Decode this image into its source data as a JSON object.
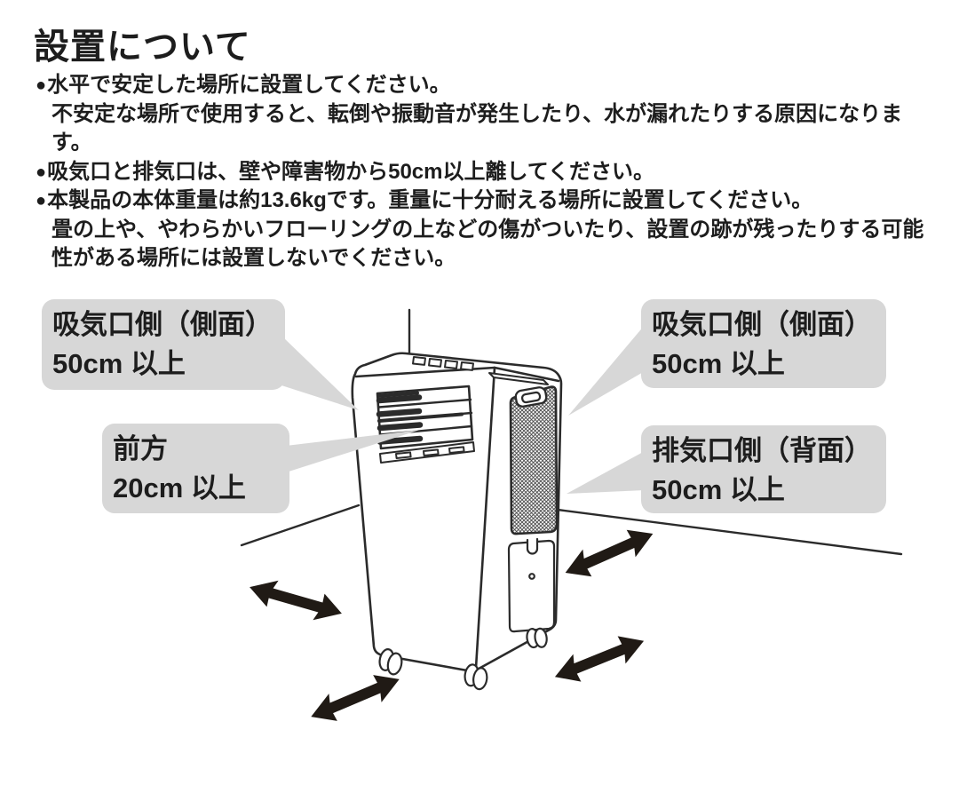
{
  "page": {
    "title": "設置について",
    "bullet_marker": "●",
    "bullets": [
      {
        "text": "水平で安定した場所に設置してください。",
        "sub": "不安定な場所で使用すると、転倒や振動音が発生したり、水が漏れたりする原因になります。"
      },
      {
        "text": "吸気口と排気口は、壁や障害物から50cm以上離してください。",
        "sub": ""
      },
      {
        "text": "本製品の本体重量は約13.6kgです。重量に十分耐える場所に設置してください。",
        "sub": "畳の上や、やわらかいフローリングの上などの傷がついたり、設置の跡が残ったりする可能性がある場所には設置しないでください。"
      }
    ]
  },
  "diagram": {
    "callouts": {
      "intake_left": {
        "line1": "吸気口側（側面）",
        "line2": "50cm 以上"
      },
      "intake_right": {
        "line1": "吸気口側（側面）",
        "line2": "50cm 以上"
      },
      "front": {
        "line1": "前方",
        "line2": "20cm 以上"
      },
      "exhaust_rear": {
        "line1": "排気口側（背面）",
        "line2": "50cm 以上"
      }
    },
    "colors": {
      "bubble_gray": "#d7d7d7",
      "text_black": "#1d1d1d",
      "line_art": "#2b2b2b",
      "arrow_black": "#201a15"
    }
  }
}
